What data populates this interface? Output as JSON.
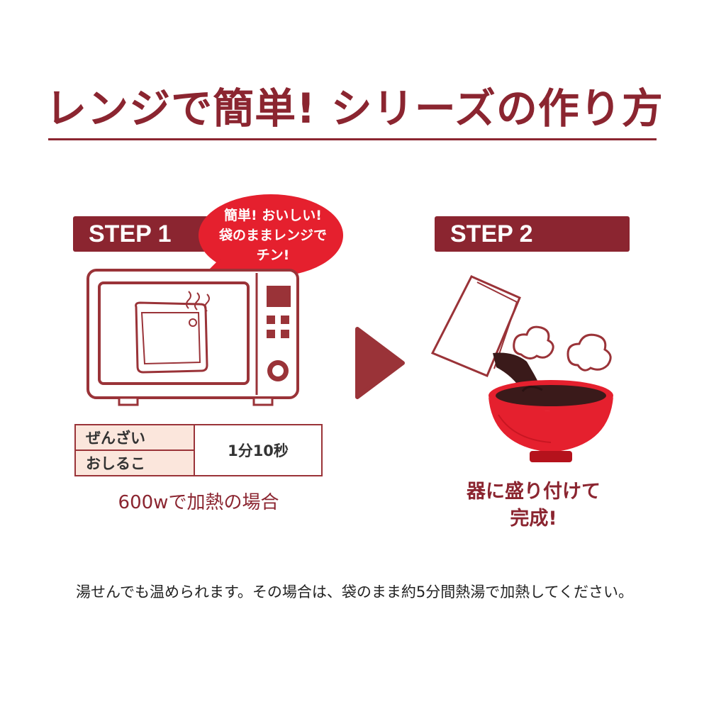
{
  "title": "レンジで簡単! シリーズの作り方",
  "step1": {
    "label": "STEP 1",
    "bubble_lines": [
      "簡単! おいしい!",
      "袋のままレンジで",
      "チン!"
    ],
    "table": [
      {
        "item": "ぜんざい"
      },
      {
        "item": "おしるこ"
      }
    ],
    "time": "1分10秒",
    "note": "600wで加熱の場合"
  },
  "step2": {
    "label": "STEP 2",
    "finish_lines": [
      "器に盛り付けて",
      "完成!"
    ]
  },
  "footer": "湯せんでも温められます。その場合は、袋のまま約5分間熱湯で加熱してください。",
  "colors": {
    "brand": "#8b2530",
    "bubble": "#e5202e",
    "bowl": "#e5202e",
    "table_label_bg": "#fbe6dc"
  },
  "icons": [
    "microwave-icon",
    "pouch-icon",
    "steam-icon",
    "arrow-right-icon",
    "pouring-pouch-icon",
    "bowl-icon"
  ]
}
